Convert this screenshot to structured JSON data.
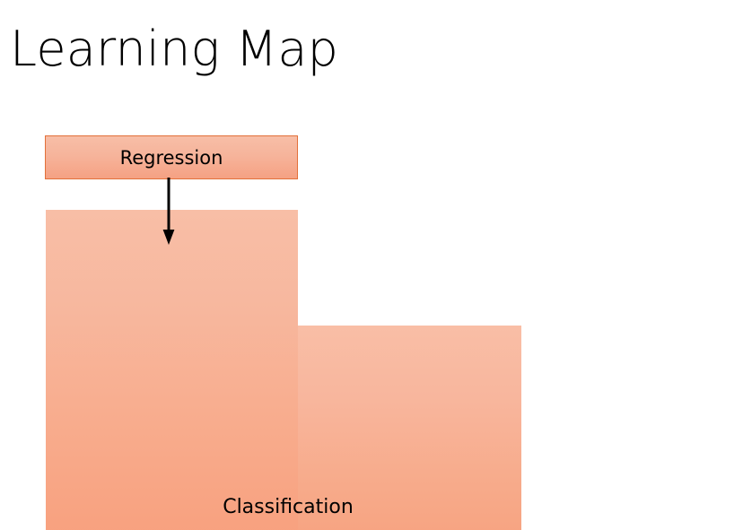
{
  "slide": {
    "title": "Learning Map",
    "background_color": "#FFFFFF"
  },
  "diagram": {
    "nodes": [
      {
        "id": "regression",
        "label": "Regression",
        "shape": "rectangle",
        "fill_top": "#F7BEA7",
        "fill_bottom": "#F5A183",
        "border_color": "#E2703A",
        "text_color": "#000000"
      },
      {
        "id": "classification-tall",
        "label": "",
        "shape": "rectangle",
        "fill_top": "#F8BEA6",
        "fill_bottom": "#F8A17F",
        "border_color": "none",
        "text_color": "#000000"
      },
      {
        "id": "classification-shelf",
        "label": "",
        "shape": "rectangle",
        "fill_top": "#F9BEA6",
        "fill_bottom": "#F7A482",
        "border_color": "none",
        "text_color": "#000000"
      }
    ],
    "classification_label": "Classification",
    "connectors": [
      {
        "id": "regression-to-classification",
        "from": "regression",
        "to": "classification-tall",
        "style": "solid-arrow",
        "color": "#000000"
      }
    ]
  }
}
